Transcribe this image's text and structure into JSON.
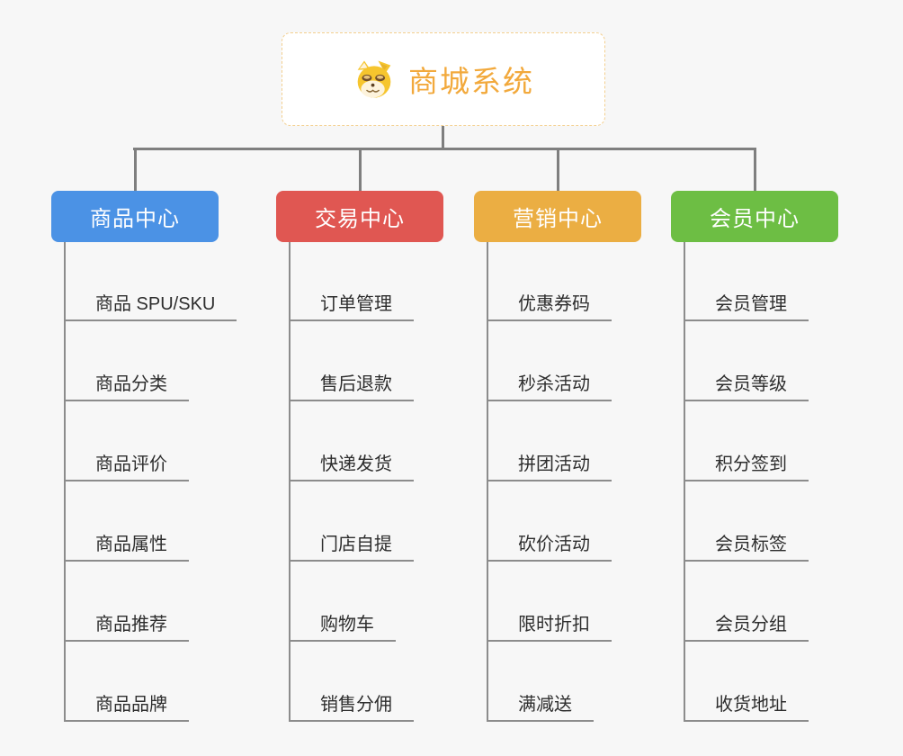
{
  "root": {
    "title": "商城系统",
    "icon": "doge-face-icon"
  },
  "branches": [
    {
      "label": "商品中心",
      "color": "#4b92e5",
      "items": [
        "商品 SPU/SKU",
        "商品分类",
        "商品评价",
        "商品属性",
        "商品推荐",
        "商品品牌"
      ]
    },
    {
      "label": "交易中心",
      "color": "#e05752",
      "items": [
        "订单管理",
        "售后退款",
        "快递发货",
        "门店自提",
        "购物车",
        "销售分佣"
      ]
    },
    {
      "label": "营销中心",
      "color": "#ebae43",
      "items": [
        "优惠券码",
        "秒杀活动",
        "拼团活动",
        "砍价活动",
        "限时折扣",
        "满减送"
      ]
    },
    {
      "label": "会员中心",
      "color": "#6dbe44",
      "items": [
        "会员管理",
        "会员等级",
        "积分签到",
        "会员标签",
        "会员分组",
        "收货地址"
      ]
    }
  ],
  "palette": {
    "background": "#f7f7f7",
    "root_border": "#f3cf8f",
    "root_text": "#f2a93c",
    "connector": "#7f7f7f",
    "underline": "#8c8c8c",
    "item_text": "#2d2d2d"
  }
}
